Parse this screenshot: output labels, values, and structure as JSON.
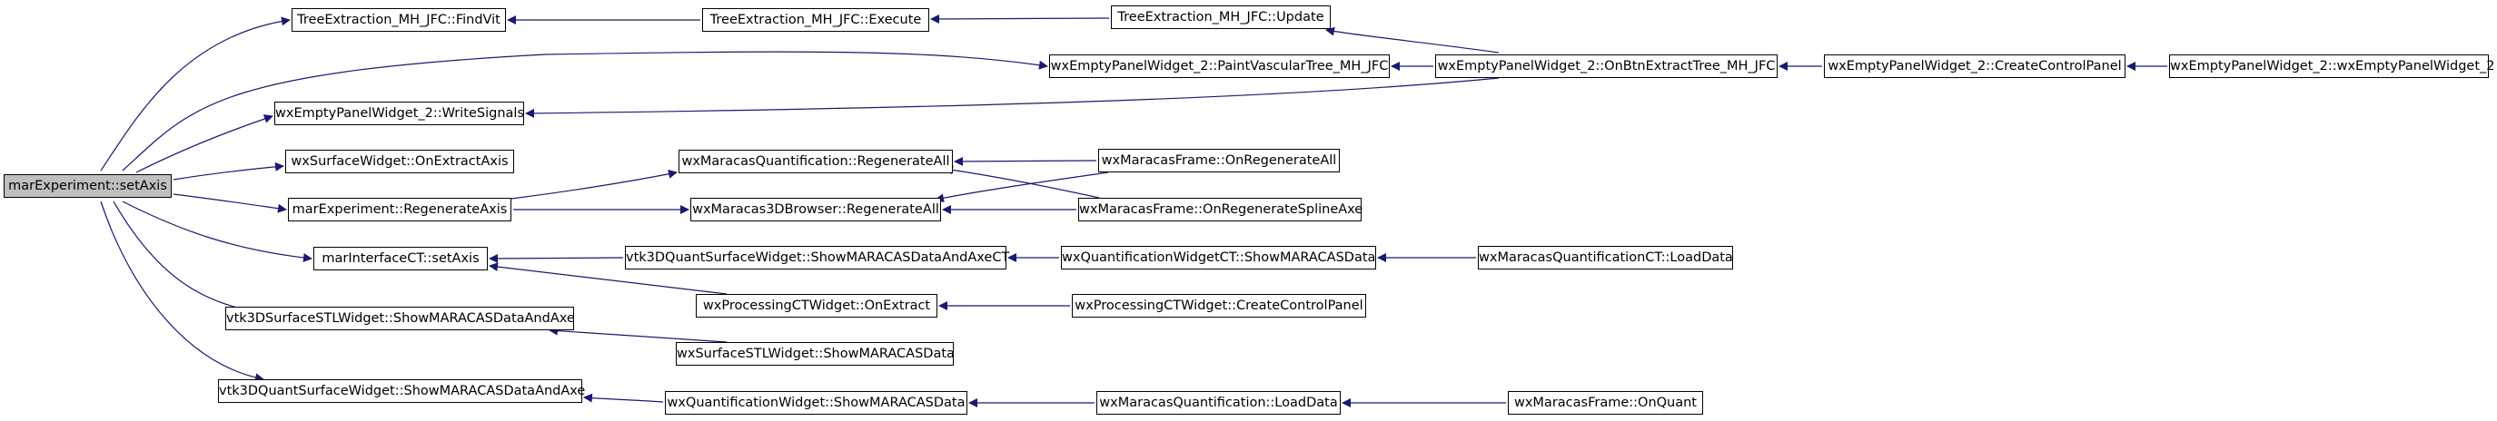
{
  "diagram": {
    "type": "caller-graph",
    "colors": {
      "edge": "#191970",
      "root_fill": "#bfbfbf",
      "node_fill": "#ffffff",
      "node_border": "#000000"
    },
    "nodes": {
      "root": "marExperiment::setAxis",
      "n1": "TreeExtraction_MH_JFC::FindVit",
      "n2": "TreeExtraction_MH_JFC::Execute",
      "n3": "TreeExtraction_MH_JFC::Update",
      "n4": "wxEmptyPanelWidget_2::PaintVascularTree_MH_JFC",
      "n5": "wxEmptyPanelWidget_2::OnBtnExtractTree_MH_JFC",
      "n6": "wxEmptyPanelWidget_2::CreateControlPanel",
      "n7": "wxEmptyPanelWidget_2::wxEmptyPanelWidget_2",
      "n8": "wxEmptyPanelWidget_2::WriteSignals",
      "n9": "wxSurfaceWidget::OnExtractAxis",
      "n10": "wxMaracasQuantification::RegenerateAll",
      "n11": "wxMaracasFrame::OnRegenerateAll",
      "n12": "marExperiment::RegenerateAxis",
      "n13": "wxMaracas3DBrowser::RegenerateAll",
      "n14": "wxMaracasFrame::OnRegenerateSplineAxe",
      "n15": "marInterfaceCT::setAxis",
      "n16": "vtk3DQuantSurfaceWidget::ShowMARACASDataAndAxeCT",
      "n17": "wxQuantificationWidgetCT::ShowMARACASData",
      "n18": "wxMaracasQuantificationCT::LoadData",
      "n19": "wxProcessingCTWidget::OnExtract",
      "n20": "wxProcessingCTWidget::CreateControlPanel",
      "n21": "vtk3DSurfaceSTLWidget::ShowMARACASDataAndAxe",
      "n22": "wxSurfaceSTLWidget::ShowMARACASData",
      "n23": "vtk3DQuantSurfaceWidget::ShowMARACASDataAndAxe",
      "n24": "wxQuantificationWidget::ShowMARACASData",
      "n25": "wxMaracasQuantification::LoadData",
      "n26": "wxMaracasFrame::OnQuant"
    }
  }
}
